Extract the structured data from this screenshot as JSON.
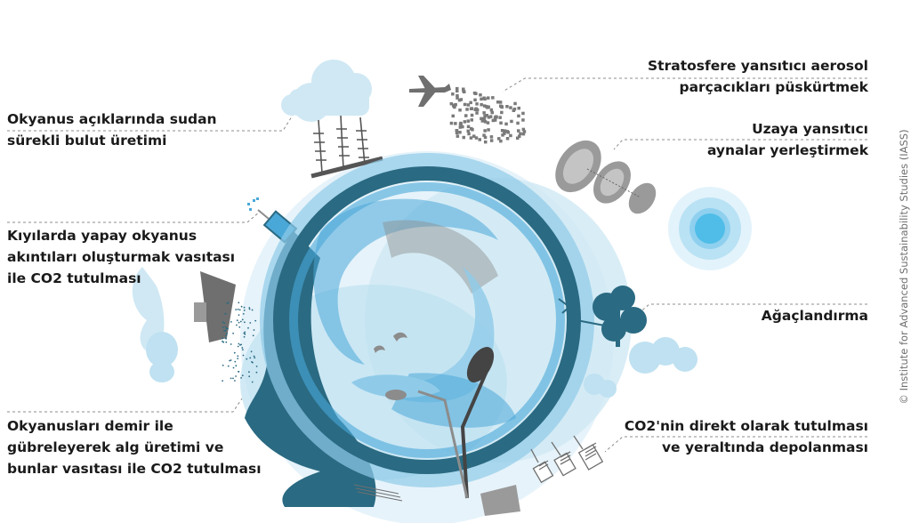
{
  "labels": {
    "cloud_brightening": [
      "Okyanus açıklarında sudan",
      "sürekli bulut üretimi"
    ],
    "ocean_currents": [
      "Kıyılarda yapay okyanus",
      "akıntıları oluşturmak vasıtası",
      "ile CO2 tutulması"
    ],
    "ocean_fertilization": [
      "Okyanusları demir ile",
      "gübreleyerek alg üretimi ve",
      "bunlar vasıtası ile CO2 tutulması"
    ],
    "stratospheric_aerosols": [
      "Stratosfere yansıtıcı aerosol",
      "parçacıkları püskürtmek"
    ],
    "space_mirrors": [
      "Uzaya yansıtıcı",
      "aynalar yerleştirmek"
    ],
    "afforestation": "Ağaçlandırma",
    "direct_air_capture": [
      "CO2'nin direkt olarak tutulması",
      "ve yeraltında depolanması"
    ]
  },
  "credit": "© Institute for Advanced Sustainability Studies (IASS)",
  "colors": {
    "dark_teal": "#2a6a82",
    "mid_blue": "#4aa8d8",
    "light_blue": "#8fcbe8",
    "pale_blue": "#cfe8f4",
    "gray": "#8c8c8c",
    "dark_gray": "#555555"
  }
}
